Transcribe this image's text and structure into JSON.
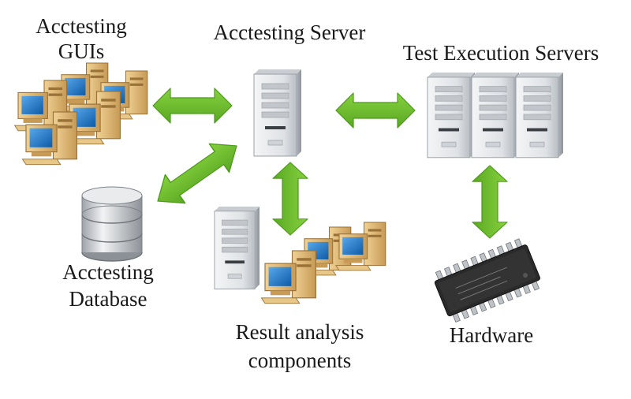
{
  "labels": {
    "guis_line1": "Acctesting",
    "guis_line2": "GUIs",
    "server": "Acctesting Server",
    "exec_servers": "Test Execution Servers",
    "database_line1": "Acctesting",
    "database_line2": "Database",
    "result_line1": "Result analysis",
    "result_line2": "components",
    "hardware": "Hardware"
  },
  "colors": {
    "arrow": "#6cbf2c",
    "arrow_edge": "#4e9a1c",
    "server_body": "#e6e8ea",
    "server_shade": "#b6bbc1",
    "monitor_case": "#d9b271",
    "screen": "#1d78c8",
    "chip": "#2a2a2a"
  },
  "icons": [
    "workstations-icon",
    "server-tower-icon",
    "server-rack-icon",
    "database-icon",
    "result-workstation-icon",
    "microchip-icon"
  ]
}
